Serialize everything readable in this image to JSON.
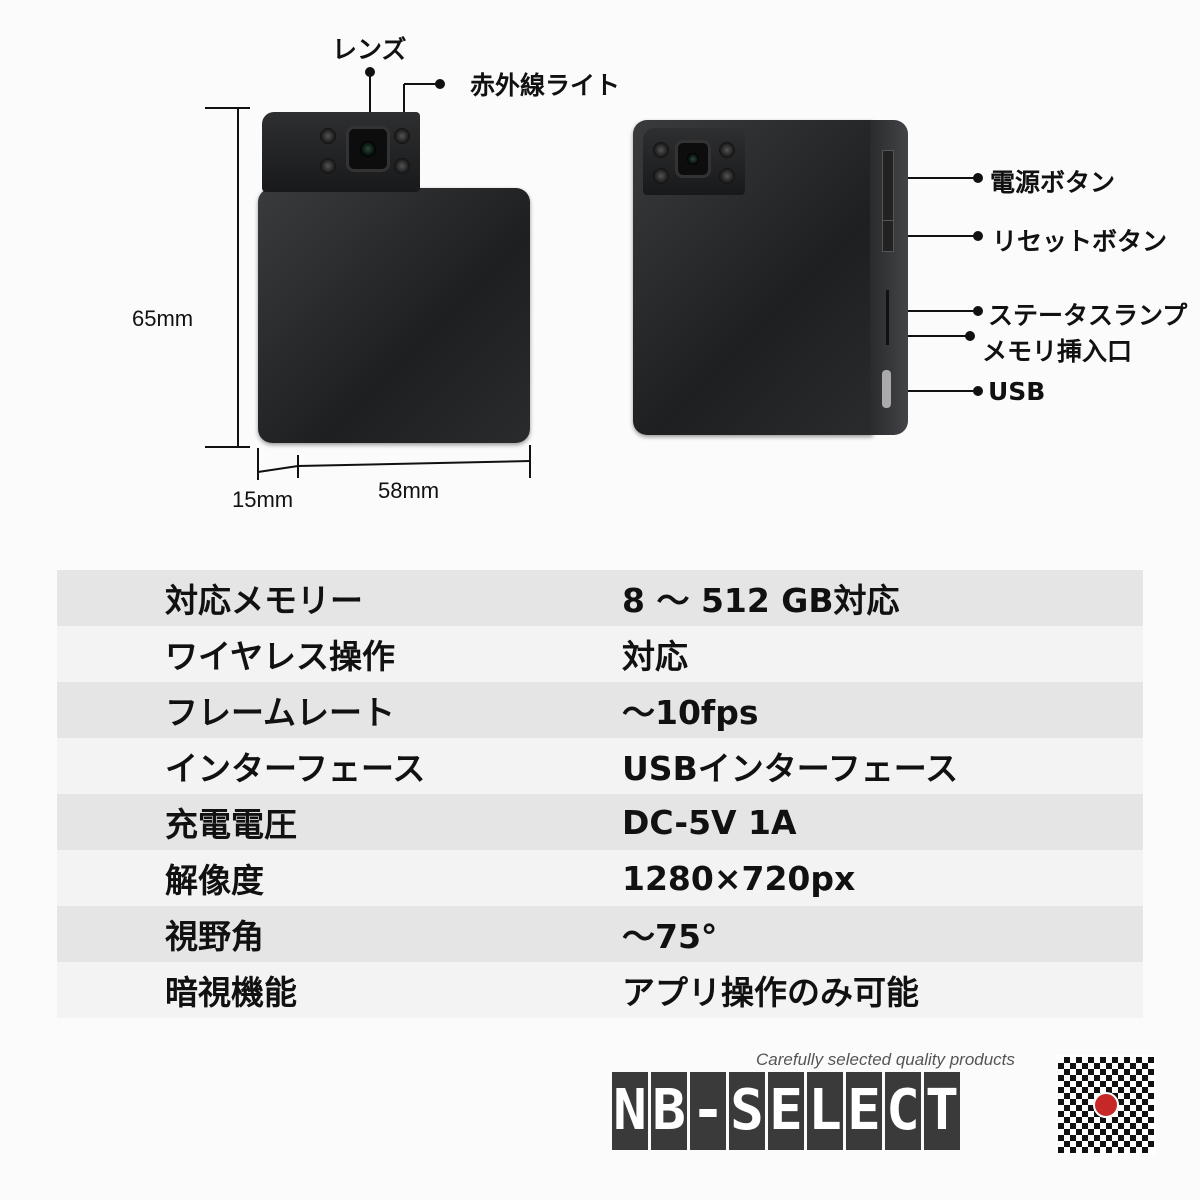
{
  "labels": {
    "lens": "レンズ",
    "ir_light": "赤外線ライト",
    "power_button": "電源ボタン",
    "reset_button": "リセットボタン",
    "status_lamp": "ステータスランプ",
    "memory_slot": "メモリ挿入口",
    "usb": "USB"
  },
  "dimensions": {
    "height": "65mm",
    "depth": "15mm",
    "width": "58mm"
  },
  "specs": [
    {
      "key": "対応メモリー",
      "value": "8 ～ 512 GB対応"
    },
    {
      "key": "ワイヤレス操作",
      "value": "対応"
    },
    {
      "key": "フレームレート",
      "value": "～10fps"
    },
    {
      "key": "インターフェース",
      "value": "USBインターフェース"
    },
    {
      "key": "充電電圧",
      "value": "DC-5V 1A"
    },
    {
      "key": "解像度",
      "value": "1280×720px"
    },
    {
      "key": "視野角",
      "value": "～75°"
    },
    {
      "key": "暗視機能",
      "value": "アプリ操作のみ可能"
    }
  ],
  "brand": {
    "tagline": "Carefully selected quality products",
    "letters": [
      "N",
      "B",
      "-",
      "S",
      "E",
      "L",
      "E",
      "C",
      "T"
    ],
    "name": "NB-SELECT"
  }
}
